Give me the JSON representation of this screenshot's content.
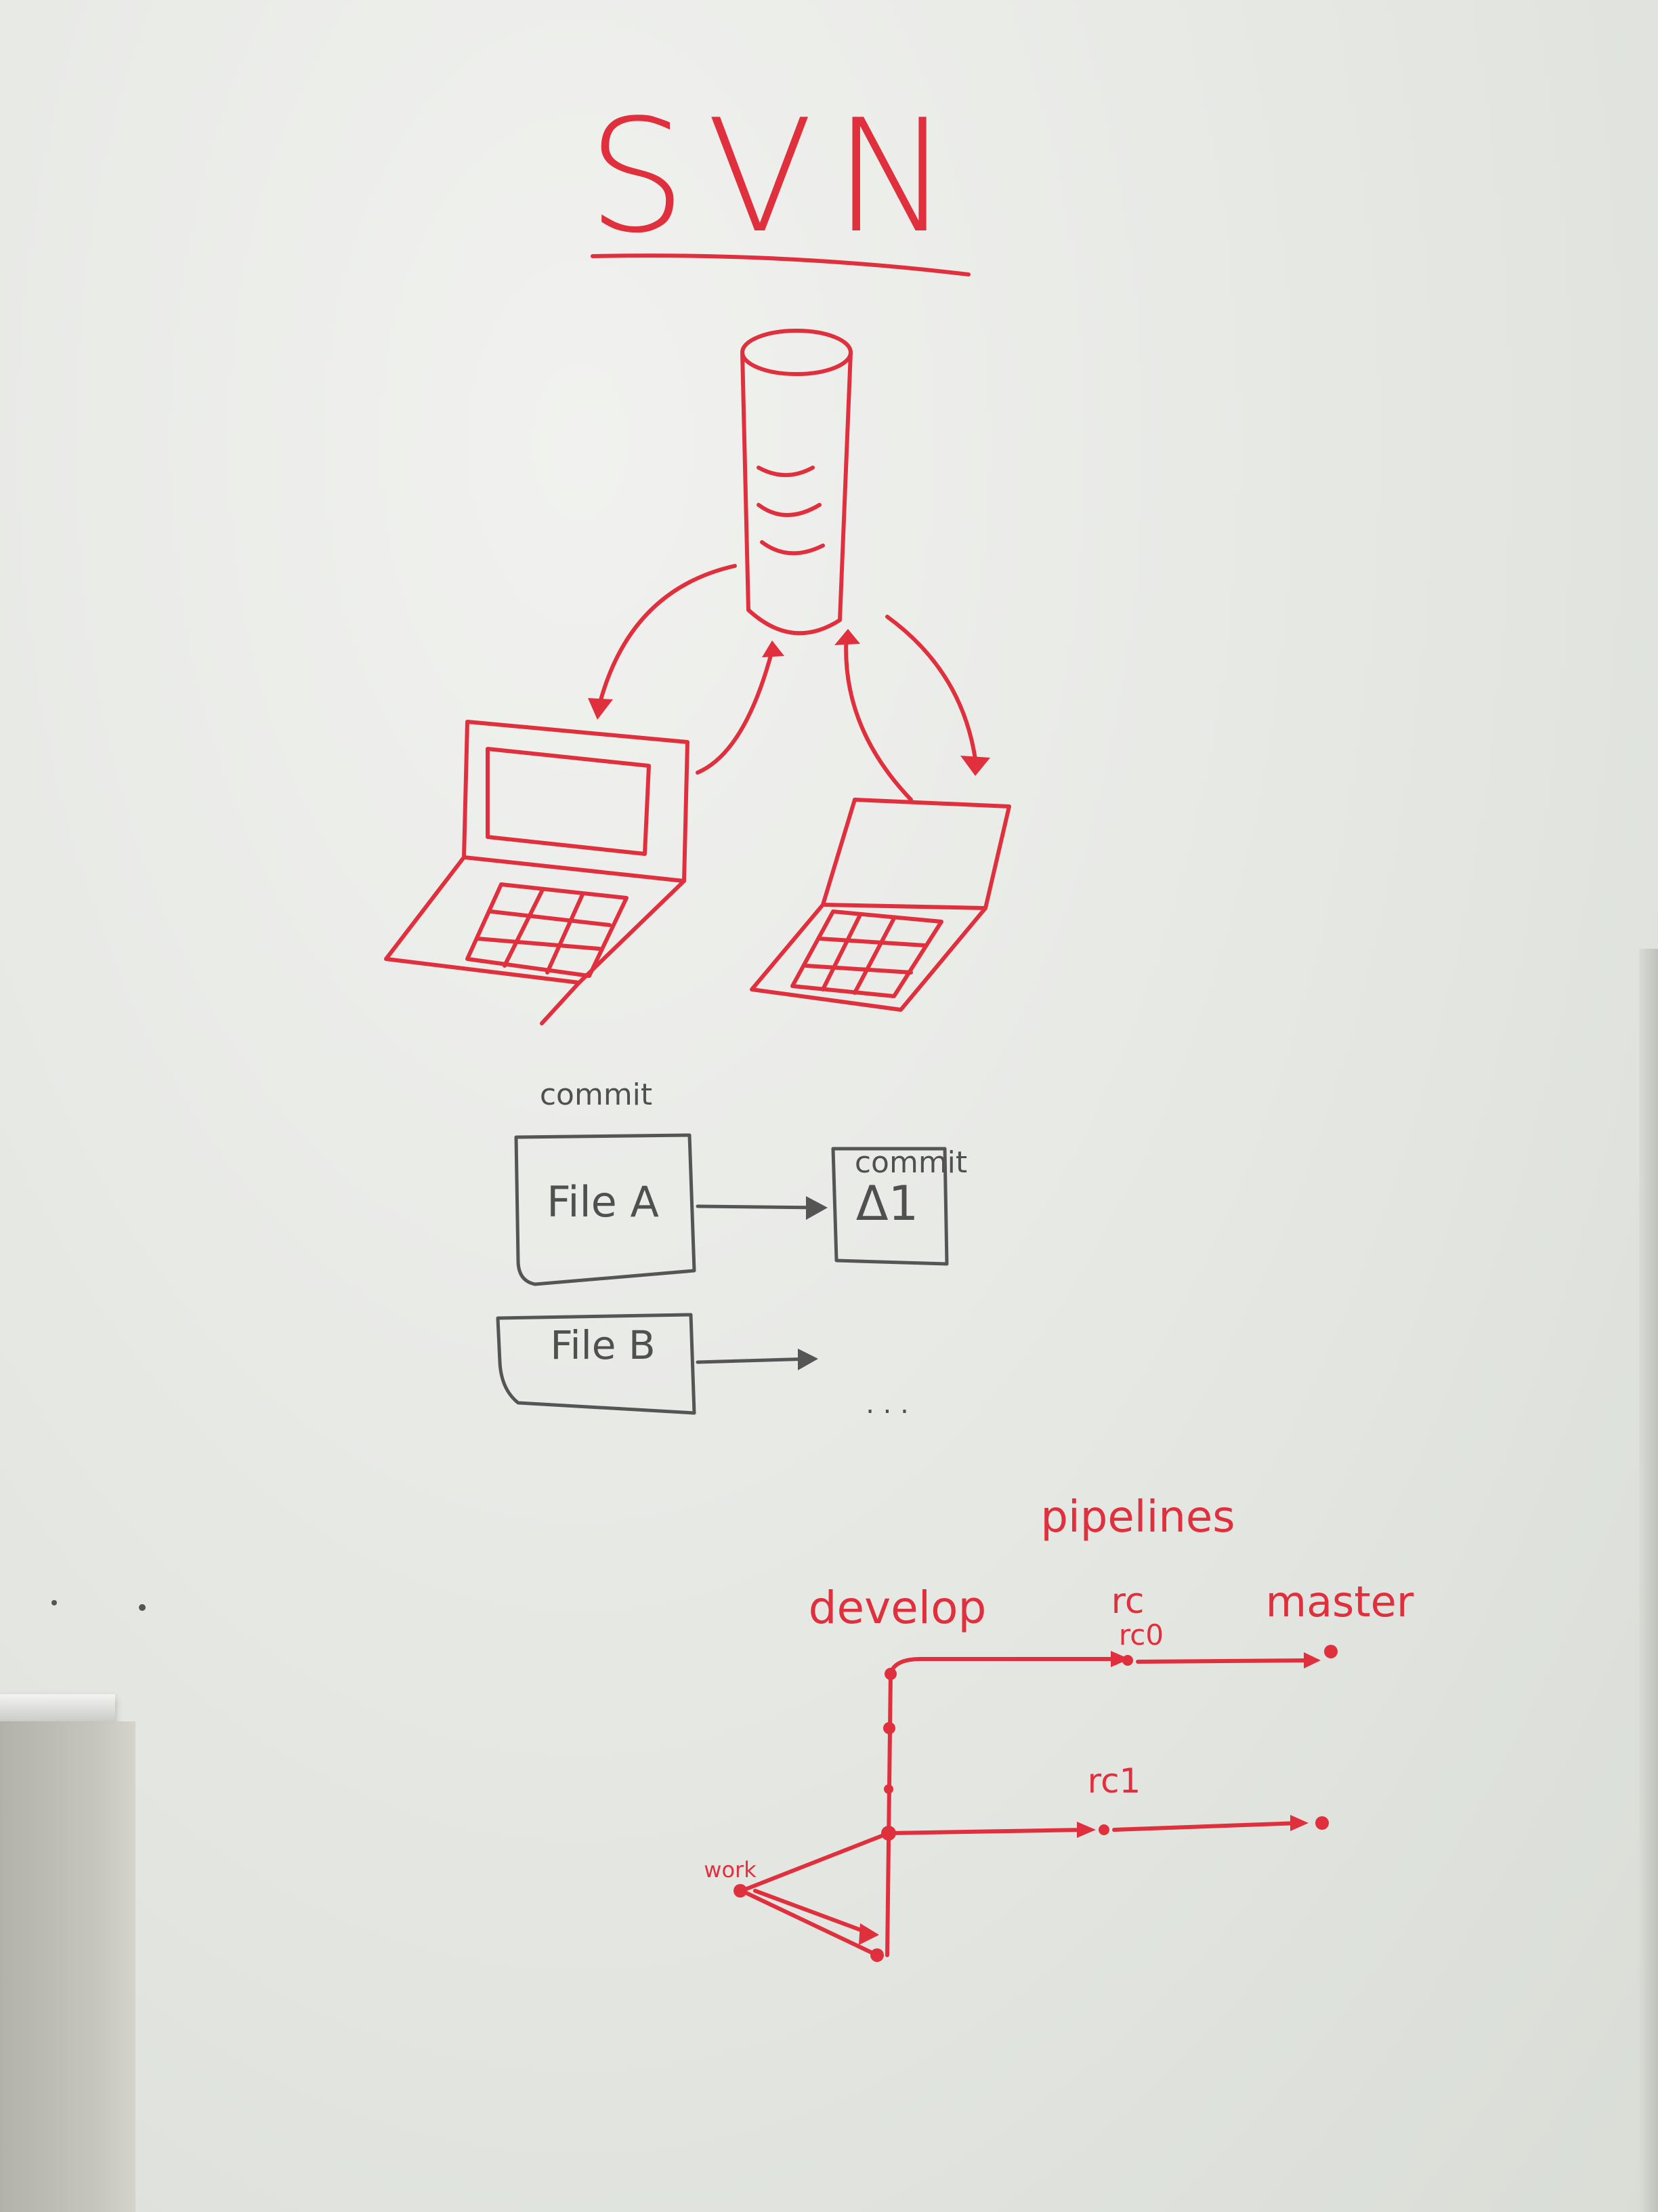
{
  "title": "SVN",
  "commit_labels": [
    "commit",
    "commit"
  ],
  "files": {
    "file_a": "File A",
    "file_b": "File B",
    "delta": "Δ1",
    "ellipsis": ". . ."
  },
  "pipelines": {
    "heading": "pipelines",
    "develop": "develop",
    "rc": "rc",
    "rc0": "rc0",
    "master": "master",
    "rc1": "rc1",
    "work": "work"
  },
  "colors": {
    "red_marker": "#e0303e",
    "grey_marker": "#555555",
    "board": "#e7e9e5"
  }
}
